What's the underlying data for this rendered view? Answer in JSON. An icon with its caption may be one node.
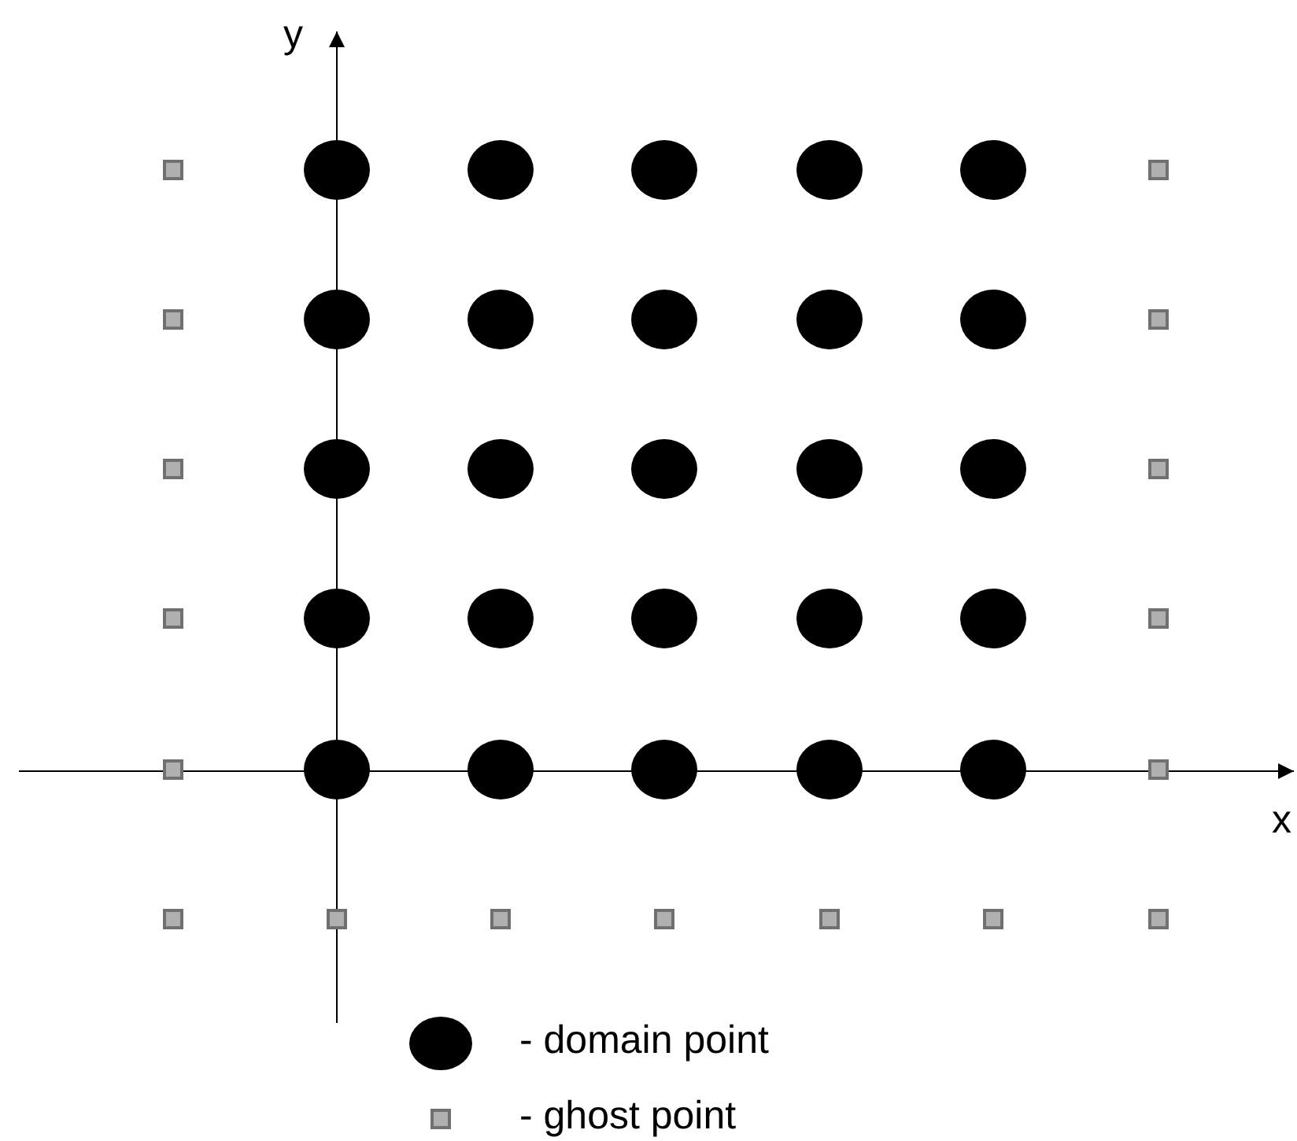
{
  "diagram": {
    "labels": [
      "y",
      "x"
    ],
    "legend": [
      {
        "text": "- domain point"
      },
      {
        "text": "- ghost point"
      }
    ]
  }
}
